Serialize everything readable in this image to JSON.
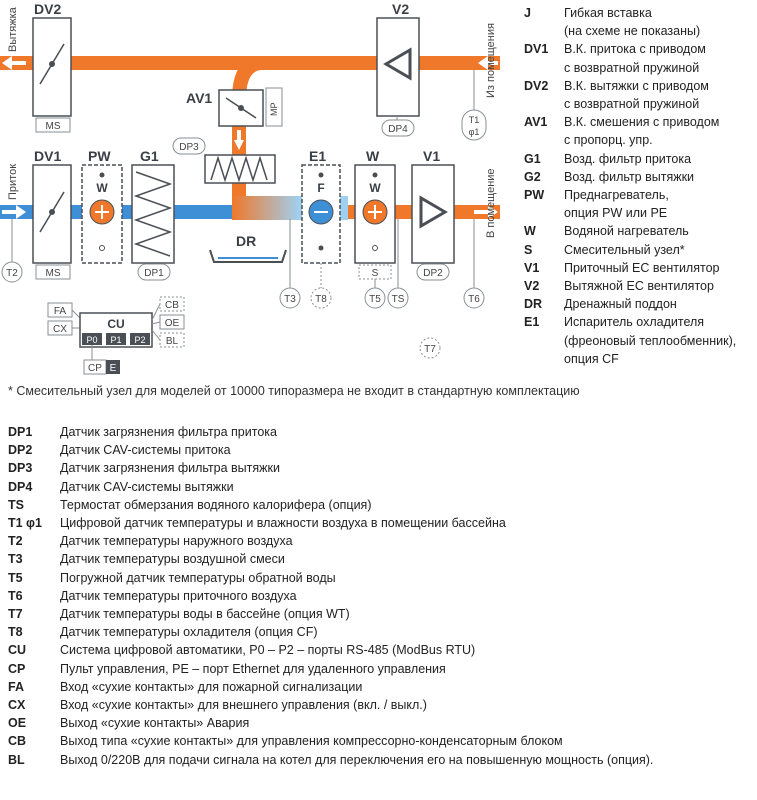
{
  "diagram": {
    "labels": {
      "dv2": "DV2",
      "v2": "V2",
      "av1": "AV1",
      "mp": "MP",
      "dv1": "DV1",
      "pw": "PW",
      "g1": "G1",
      "e1": "E1",
      "w": "W",
      "v1": "V1",
      "dp1": "DP1",
      "dp2": "DP2",
      "dp3": "DP3",
      "dp4": "DP4",
      "ms": "MS",
      "w_letter": "W",
      "f_letter": "F",
      "s_letter": "S",
      "dr": "DR",
      "t1": "T1",
      "phi1": "φ1",
      "t2": "T2",
      "t3": "T3",
      "t5": "T5",
      "ts": "TS",
      "t6": "T6",
      "t7": "T7",
      "t8": "T8",
      "fa": "FA",
      "cx": "CX",
      "cu": "CU",
      "p0": "P0",
      "p1": "P1",
      "p2": "P2",
      "cb": "CB",
      "oe": "OE",
      "bl": "BL",
      "cp": "CP",
      "e": "E",
      "exhaust": "Вытяжка",
      "intake": "Приток",
      "from_room": "Из помещения",
      "to_room": "В помещение"
    },
    "colors": {
      "supply": "#3f8fd6",
      "exhaust": "#f0782a",
      "grey": "#8a8f96",
      "dark": "#4a4f55"
    }
  },
  "legend_right": [
    {
      "code": "J",
      "desc": "Гибкая вставка"
    },
    {
      "code": "",
      "desc": "(на схеме не показаны)"
    },
    {
      "code": "DV1",
      "desc": "В.К. притока с приводом"
    },
    {
      "code": "",
      "desc": "с возвратной пружиной"
    },
    {
      "code": "DV2",
      "desc": "В.К. вытяжки с приводом"
    },
    {
      "code": "",
      "desc": "с возвратной пружиной"
    },
    {
      "code": "AV1",
      "desc": "В.К. смешения с приводом"
    },
    {
      "code": "",
      "desc": "с пропорц. упр."
    },
    {
      "code": "G1",
      "desc": "Возд. фильтр притока"
    },
    {
      "code": "G2",
      "desc": "Возд. фильтр вытяжки"
    },
    {
      "code": "PW",
      "desc": "Преднагреватель,"
    },
    {
      "code": "",
      "desc": "опция PW или PE"
    },
    {
      "code": "W",
      "desc": "Водяной нагреватель"
    },
    {
      "code": "S",
      "desc": "Смесительный узел*"
    },
    {
      "code": "V1",
      "desc": "Приточный EC вентилятор"
    },
    {
      "code": "V2",
      "desc": "Вытяжной EC вентилятор"
    },
    {
      "code": "DR",
      "desc": "Дренажный поддон"
    },
    {
      "code": "E1",
      "desc": "Испаритель охладителя"
    },
    {
      "code": "",
      "desc": "(фреоновый теплообменник),"
    },
    {
      "code": "",
      "desc": "опция CF"
    }
  ],
  "footnote": "* Смесительный узел для моделей от 10000 типоразмера не входит в стандартную комплектацию",
  "legend_bottom": [
    {
      "code": "DP1",
      "desc": "Датчик загрязнения фильтра притока"
    },
    {
      "code": "DP2",
      "desc": "Датчик CAV-системы притока"
    },
    {
      "code": "DP3",
      "desc": "Датчик загрязнения фильтра вытяжки"
    },
    {
      "code": "DP4",
      "desc": "Датчик CAV-системы вытяжки"
    },
    {
      "code": "TS",
      "desc": "Термостат обмерзания водяного калорифера (опция)"
    },
    {
      "code": "T1 φ1",
      "desc": "Цифровой датчик температуры и влажности воздуха в помещении бассейна"
    },
    {
      "code": "T2",
      "desc": "Датчик температуры наружного воздуха"
    },
    {
      "code": "T3",
      "desc": "Датчик температуры воздушной смеси"
    },
    {
      "code": "T5",
      "desc": "Погружной датчик температуры обратной воды"
    },
    {
      "code": "T6",
      "desc": "Датчик температуры приточного воздуха"
    },
    {
      "code": "T7",
      "desc": "Датчик температуры воды в бассейне (опция WT)"
    },
    {
      "code": "T8",
      "desc": "Датчик температуры охладителя (опция CF)"
    },
    {
      "code": "CU",
      "desc": "Система цифровой автоматики, P0 – P2 – порты RS-485 (ModBus RTU)"
    },
    {
      "code": "CP",
      "desc": "Пульт управления, PE – порт Ethernet для удаленного управления"
    },
    {
      "code": "FA",
      "desc": "Вход «сухие контакты» для пожарной сигнализации"
    },
    {
      "code": "CX",
      "desc": "Вход «сухие контакты» для внешнего управления (вкл. / выкл.)"
    },
    {
      "code": "OE",
      "desc": "Выход «сухие контакты» Авария"
    },
    {
      "code": "CB",
      "desc": "Выход типа «сухие контакты» для управления компрессорно-конденсаторным блоком"
    },
    {
      "code": "BL",
      "desc": "Выход 0/220В для подачи сигнала на котел для переключения его на повышенную мощность (опция)."
    }
  ]
}
